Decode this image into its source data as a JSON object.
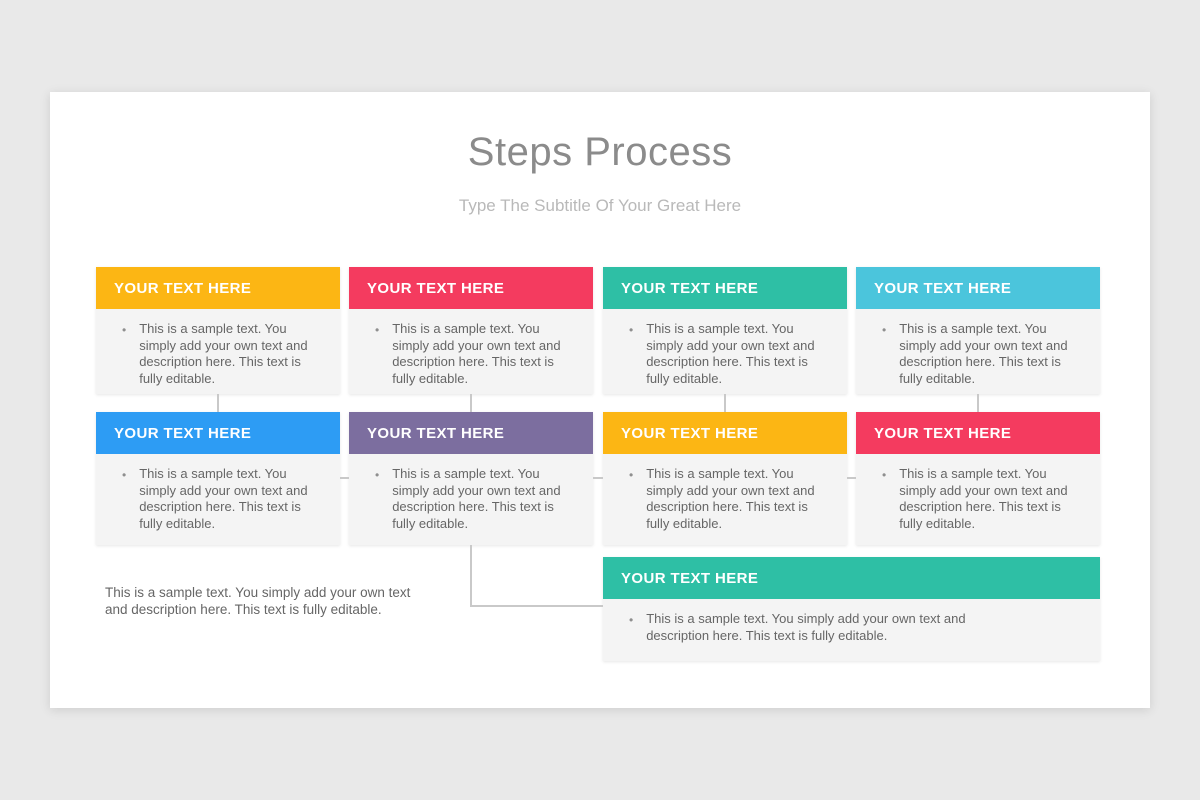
{
  "slide": {
    "title": "Steps Process",
    "subtitle": "Type The Subtitle Of Your Great Here"
  },
  "glyphs": {
    "bullet": "•"
  },
  "palette": {
    "yellow": "#FCB614",
    "pink": "#F43B5F",
    "teal": "#2EBFA5",
    "cyan": "#4BC5DC",
    "blue": "#2D9CF4",
    "purple": "#7C6E9F"
  },
  "cards": [
    {
      "label": "YOUR TEXT HERE",
      "color": "#FCB614",
      "body": "This is a sample text. You simply add your own text and description here. This text is fully editable."
    },
    {
      "label": "YOUR TEXT HERE",
      "color": "#F43B5F",
      "body": "This is a sample text. You simply add your own text and description here. This text is fully editable."
    },
    {
      "label": "YOUR TEXT HERE",
      "color": "#2EBFA5",
      "body": "This is a sample text. You simply add your own text and description here. This text is fully editable."
    },
    {
      "label": "YOUR TEXT HERE",
      "color": "#4BC5DC",
      "body": "This is a sample text. You simply add your own text and description here. This text is fully editable."
    },
    {
      "label": "YOUR TEXT HERE",
      "color": "#2D9CF4",
      "body": "This is a sample text. You simply add your own text and description here. This text is fully editable."
    },
    {
      "label": "YOUR TEXT HERE",
      "color": "#7C6E9F",
      "body": "This is a sample text. You simply add your own text and description here. This text is fully editable."
    },
    {
      "label": "YOUR TEXT HERE",
      "color": "#FCB614",
      "body": "This is a sample text. You simply add your own text and description here. This text is fully editable."
    },
    {
      "label": "YOUR TEXT HERE",
      "color": "#F43B5F",
      "body": "This is a sample text. You simply add your own text and description here. This text is fully editable."
    }
  ],
  "wide_card": {
    "label": "YOUR TEXT HERE",
    "color": "#2EBFA5",
    "body": "This is a sample text. You simply add your own text and description here. This text is fully editable."
  },
  "note": "This is a sample text. You simply add your own text and description here. This text is fully editable."
}
